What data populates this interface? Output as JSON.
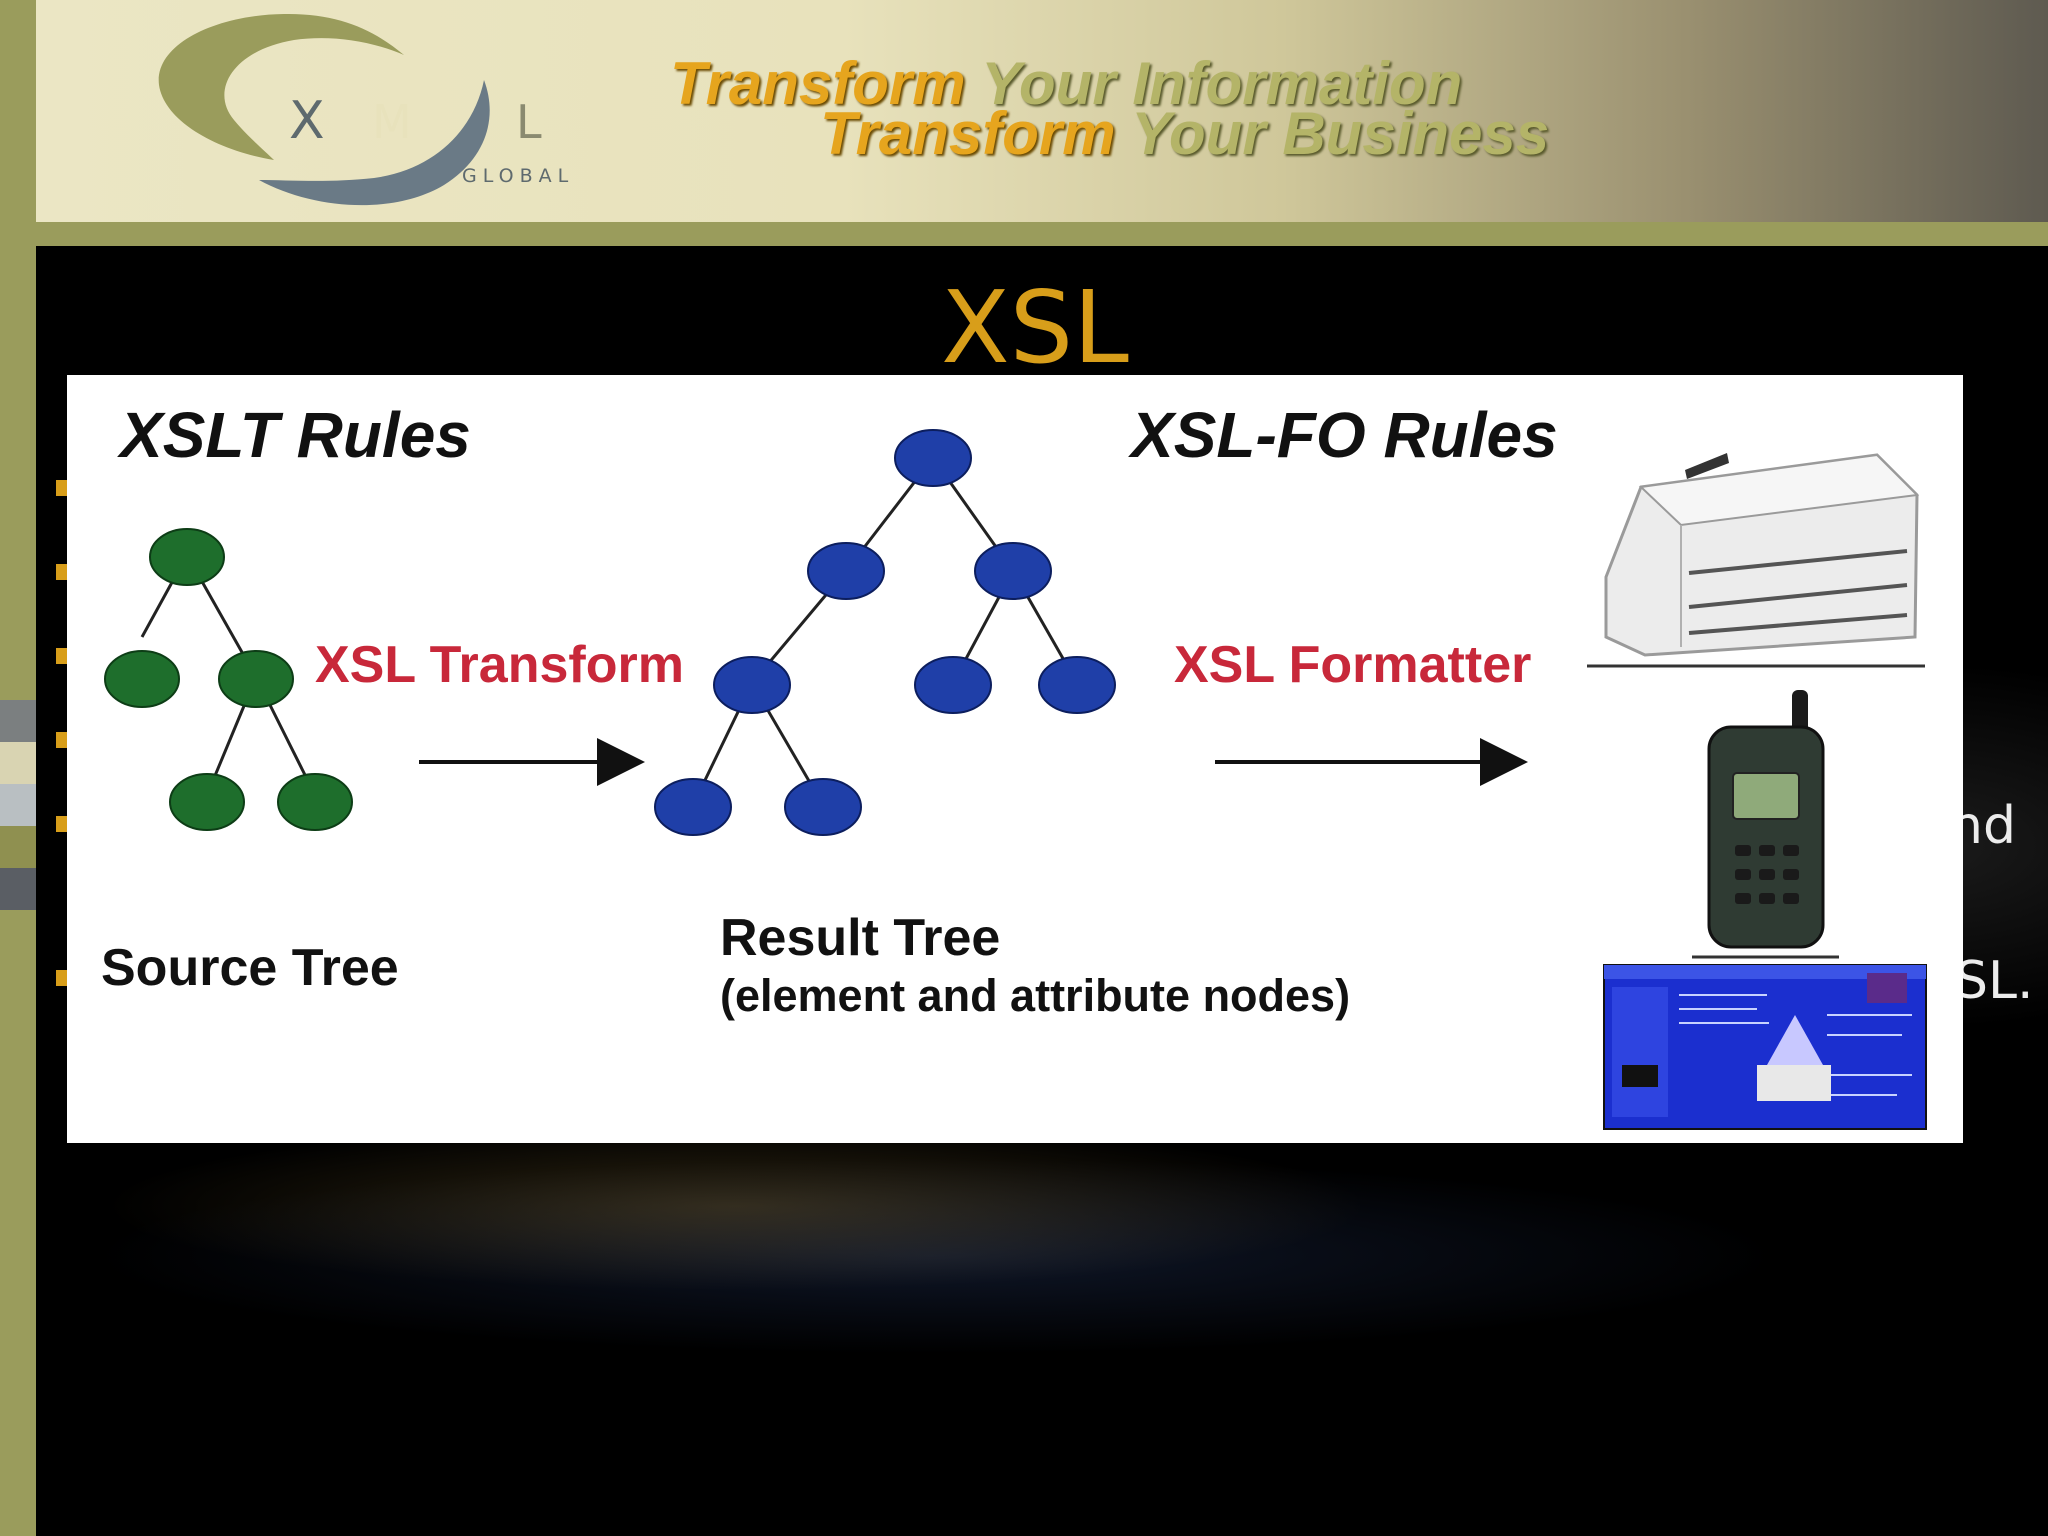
{
  "header": {
    "logo_letters": [
      "X",
      "M",
      "L"
    ],
    "logo_subtext": "GLOBAL",
    "tagline": {
      "line1": {
        "highlight": "Transform",
        "rest": " Your Information"
      },
      "line2": {
        "highlight": "Transform",
        "rest": " Your Business"
      }
    }
  },
  "slide": {
    "title": "XSL",
    "peek_text": [
      "nd",
      "SL."
    ]
  },
  "diagram": {
    "xslt_rules": "XSLT Rules",
    "xslfo_rules": "XSL-FO Rules",
    "xsl_transform": "XSL Transform",
    "xsl_formatter": "XSL Formatter",
    "source_tree": "Source Tree",
    "result_tree": "Result Tree",
    "result_tree_note": "(element and attribute nodes)"
  },
  "colors": {
    "accent_gold": "#d89e1a",
    "olive": "#9a9c5c",
    "source_node": "#1e6e2c",
    "result_node": "#1f3fa8",
    "label_red": "#c8283a"
  }
}
